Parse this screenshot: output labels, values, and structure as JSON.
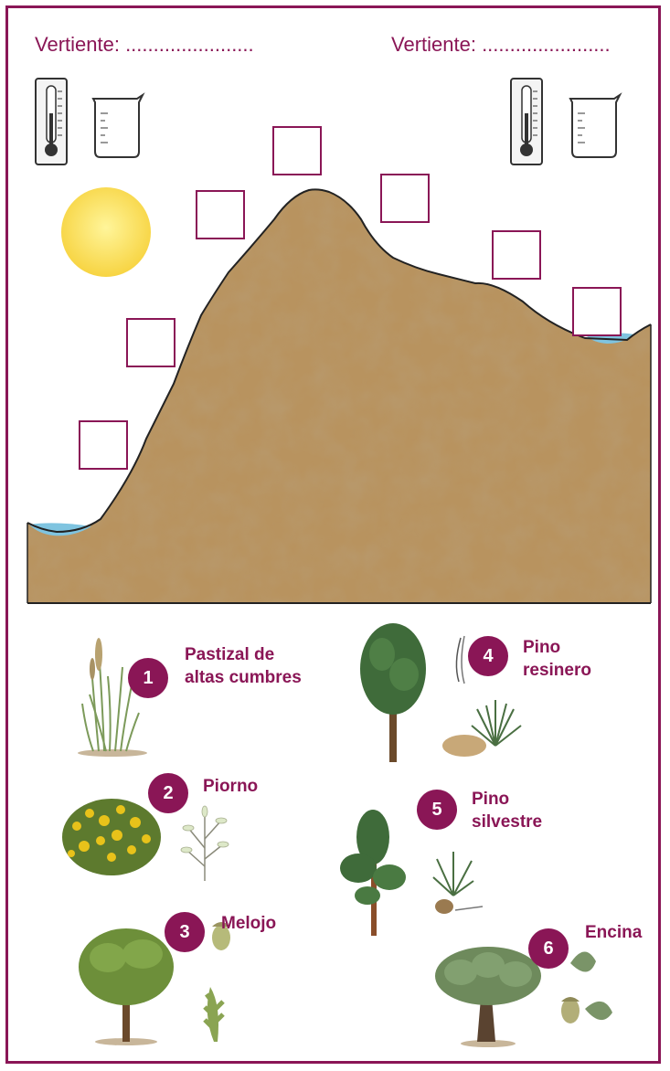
{
  "header": {
    "left_label": "Vertiente: .......................",
    "right_label": "Vertiente: ......................."
  },
  "instruments": {
    "left": [
      "thermometer-icon",
      "beaker-icon"
    ],
    "right": [
      "thermometer-icon",
      "beaker-icon"
    ]
  },
  "colors": {
    "accent": "#8a1656",
    "mountain": "#b8935f",
    "sun": "#fbe26a",
    "water": "#7fc4e0"
  },
  "answer_boxes": [
    "",
    "",
    "",
    "",
    "",
    "",
    "",
    ""
  ],
  "plants": [
    {
      "number": "1",
      "name": "Pastizal de\naltas cumbres"
    },
    {
      "number": "2",
      "name": "Piorno"
    },
    {
      "number": "3",
      "name": "Melojo"
    },
    {
      "number": "4",
      "name": "Pino\nresinero"
    },
    {
      "number": "5",
      "name": "Pino\nsilvestre"
    },
    {
      "number": "6",
      "name": "Encina"
    }
  ]
}
